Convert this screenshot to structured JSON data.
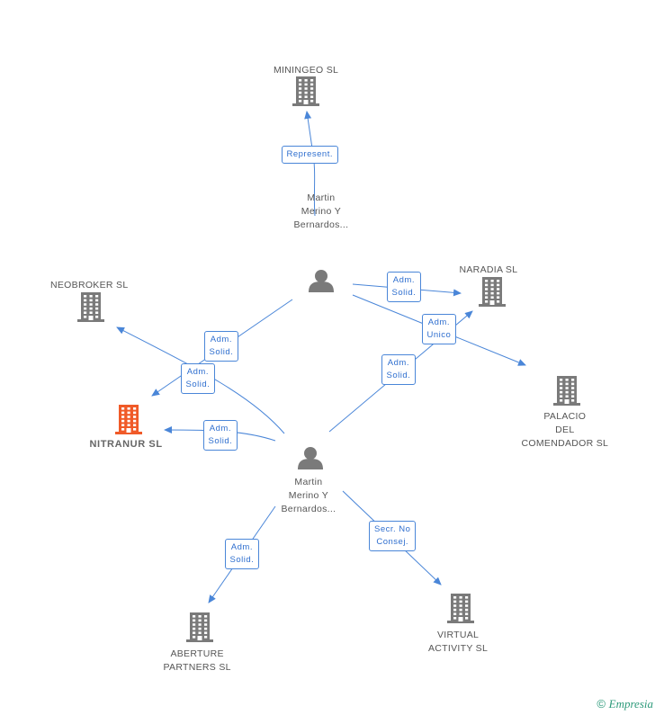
{
  "colors": {
    "edge": "#4a86d8",
    "node": "#7a7a7a",
    "focus": "#f05a28"
  },
  "nodes": [
    {
      "id": "miningeo",
      "label": "MININGEO SL",
      "kind": "company"
    },
    {
      "id": "neobroker",
      "label": "NEOBROKER SL",
      "kind": "company"
    },
    {
      "id": "naradia",
      "label": "NARADIA  SL",
      "kind": "company"
    },
    {
      "id": "palacio",
      "label": "PALACIO\nDEL\nCOMENDADOR SL",
      "kind": "company"
    },
    {
      "id": "nitranur",
      "label": "NITRANUR  SL",
      "kind": "company",
      "focus": true
    },
    {
      "id": "aberture",
      "label": "ABERTURE\nPARTNERS SL",
      "kind": "company"
    },
    {
      "id": "virtual",
      "label": "VIRTUAL\nACTIVITY  SL",
      "kind": "company"
    },
    {
      "id": "person1",
      "label": "Martin\nMerino Y\nBernardos...",
      "kind": "person"
    },
    {
      "id": "person2",
      "label": "Martin\nMerino Y\nBernardos...",
      "kind": "person"
    }
  ],
  "edges": [
    {
      "from": "person1",
      "to": "miningeo",
      "label": "Represent."
    },
    {
      "from": "person1",
      "to": "naradia",
      "label": "Adm.\nSolid."
    },
    {
      "from": "person1",
      "to": "palacio",
      "label": "Adm.\nUnico"
    },
    {
      "from": "person1",
      "to": "nitranur",
      "label": "Adm.\nSolid."
    },
    {
      "from": "person2",
      "to": "neobroker",
      "label": "Adm.\nSolid."
    },
    {
      "from": "person2",
      "to": "nitranur",
      "label": "Adm.\nSolid."
    },
    {
      "from": "person2",
      "to": "naradia",
      "label": "Adm.\nSolid."
    },
    {
      "from": "person2",
      "to": "aberture",
      "label": "Adm.\nSolid."
    },
    {
      "from": "person2",
      "to": "virtual",
      "label": "Secr.  No\nConsej."
    }
  ],
  "footer": {
    "copyright": "©",
    "brand": "Empresia"
  }
}
